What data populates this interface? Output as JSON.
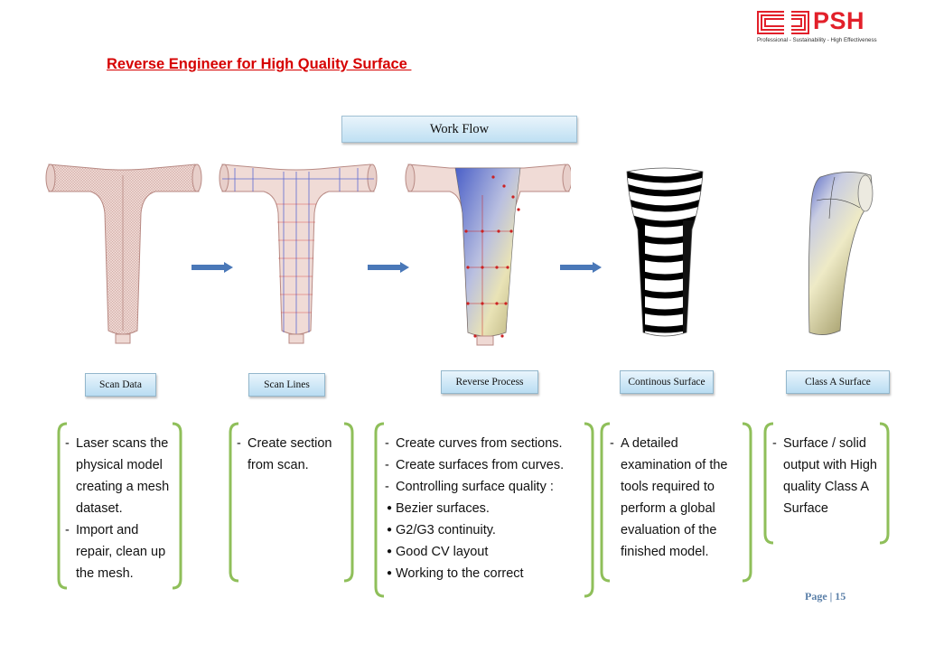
{
  "logo": {
    "wordmark": "PSH",
    "tagline": "Professional - Sustainability - High Effectiveness"
  },
  "title": "Reverse Engineer for High Quality Surface ",
  "workflow_label": "Work Flow",
  "stages": [
    "Scan Data",
    "Scan Lines",
    "Reverse Process",
    "Continous Surface",
    "Class A Surface"
  ],
  "boxes": [
    {
      "items": [
        {
          "style": "dash",
          "text": "Laser scans the physical model creating a mesh dataset."
        },
        {
          "style": "dash",
          "text": "Import and repair, clean up the mesh."
        }
      ]
    },
    {
      "items": [
        {
          "style": "dash",
          "text": "Create section from scan."
        }
      ]
    },
    {
      "items": [
        {
          "style": "dash",
          "text": "Create curves from sections."
        },
        {
          "style": "dash",
          "text": "Create surfaces from curves."
        },
        {
          "style": "dash",
          "text": "Controlling surface quality :"
        },
        {
          "style": "dot",
          "text": "Bezier surfaces."
        },
        {
          "style": "dot",
          "text": "G2/G3 continuity."
        },
        {
          "style": "dot",
          "text": "Good CV layout"
        },
        {
          "style": "dot",
          "text": "Working to the correct"
        }
      ]
    },
    {
      "items": [
        {
          "style": "dash",
          "text": "A detailed examination of the tools required to perform a global evaluation of the finished model."
        }
      ]
    },
    {
      "items": [
        {
          "style": "dash",
          "text": "Surface / solid output with High quality Class A Surface"
        }
      ]
    }
  ],
  "page": "Page | 15",
  "colors": {
    "title": "#d60000",
    "bracket": "#8fbf5a",
    "arrow": "#4a78b8",
    "brand": "#e2202a"
  }
}
